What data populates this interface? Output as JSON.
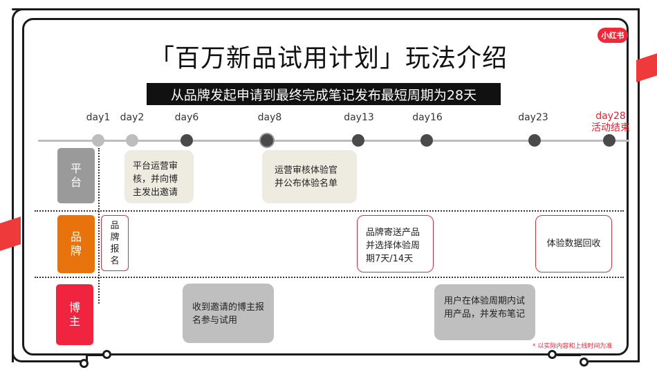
{
  "logo": "小红书",
  "title": "「百万新品试用计划」玩法介绍",
  "subtitle": "从品牌发起申请到最终完成笔记发布最短周期为28天",
  "timeline": [
    {
      "label": "day1"
    },
    {
      "label": "day2"
    },
    {
      "label": "day6"
    },
    {
      "label": "day8"
    },
    {
      "label": "day13"
    },
    {
      "label": "day16"
    },
    {
      "label": "day23"
    },
    {
      "label": "day28",
      "sublabel": "活动结束"
    }
  ],
  "lanes": {
    "platform": "平台",
    "brand": "品牌",
    "creator": "博主"
  },
  "boxes": {
    "platform_review": "平台运营审核，并向博主发出邀请",
    "ops_review": "运营审核体验官并公布体验名单",
    "brand_signup": "品牌报名",
    "brand_ship": "品牌寄送产品并选择体验周期7天/14天",
    "data_collect": "体验数据回收",
    "creator_signup": "收到邀请的博主报名参与试用",
    "creator_post": "用户在体验周期内试用产品，并发布笔记"
  },
  "note": "* 以实际内容和上线时间为准",
  "colors": {
    "platform_lane": "#9a9a9a",
    "brand_lane": "#e8720c",
    "creator_lane": "#f0243e",
    "accent_red": "#e0283a"
  }
}
